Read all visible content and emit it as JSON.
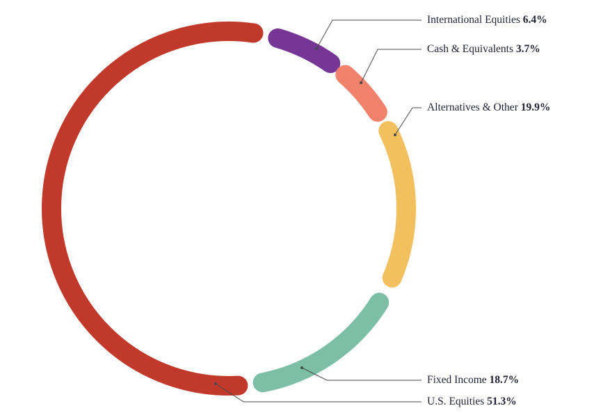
{
  "chart_data": {
    "type": "pie",
    "variant": "donut",
    "title": "",
    "series": [
      {
        "name": "International Equities",
        "value": 6.4,
        "label": "6.4%",
        "color": "#763696"
      },
      {
        "name": "Cash & Equivalents",
        "value": 3.7,
        "label": "3.7%",
        "color": "#f0826c"
      },
      {
        "name": "Alternatives & Other",
        "value": 19.9,
        "label": "19.9%",
        "color": "#f2c05f"
      },
      {
        "name": "Fixed Income",
        "value": 18.7,
        "label": "18.7%",
        "color": "#7cbfa6"
      },
      {
        "name": "U.S. Equities",
        "value": 51.3,
        "label": "51.3%",
        "color": "#c0392b"
      }
    ]
  }
}
